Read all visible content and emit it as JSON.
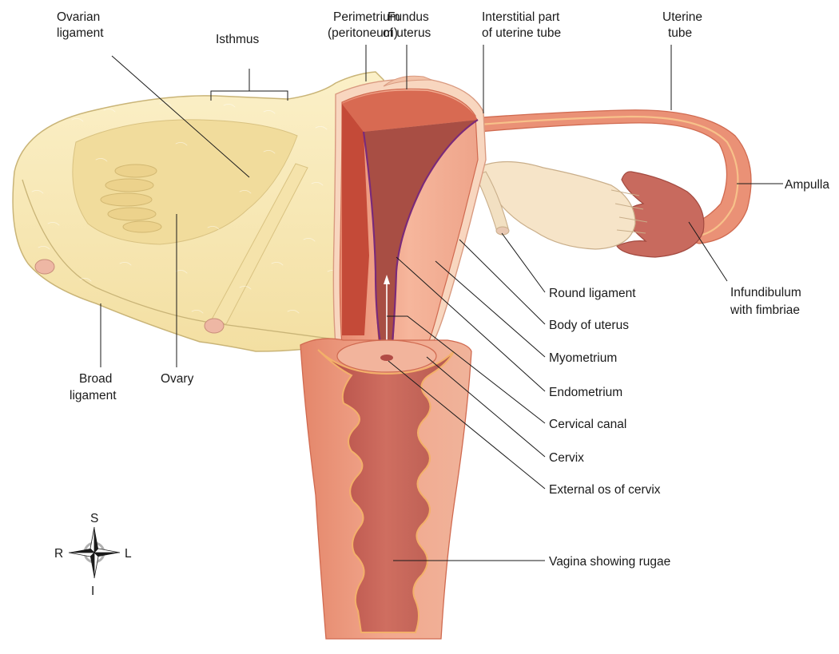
{
  "labels": {
    "ovarian_ligament": [
      "Ovarian",
      "ligament"
    ],
    "isthmus": "Isthmus",
    "perimetrium": [
      "Perimetrium",
      "(peritoneum)"
    ],
    "fundus": [
      "Fundus",
      "of uterus"
    ],
    "interstitial": [
      "Interstitial part",
      "of uterine tube"
    ],
    "uterine_tube": [
      "Uterine",
      "tube"
    ],
    "ampulla": "Ampulla",
    "infundibulum": [
      "Infundibulum",
      "with fimbriae"
    ],
    "round_ligament": "Round ligament",
    "body_of_uterus": "Body of uterus",
    "myometrium": "Myometrium",
    "endometrium": "Endometrium",
    "cervical_canal": "Cervical canal",
    "cervix": "Cervix",
    "external_os": "External os of cervix",
    "vagina": "Vagina showing rugae",
    "broad_ligament": [
      "Broad",
      "ligament"
    ],
    "ovary": "Ovary"
  },
  "compass": {
    "top": "S",
    "bottom": "I",
    "left": "R",
    "right": "L"
  },
  "colors": {
    "ligament_fill": "#f8e9b6",
    "ligament_edge": "#c9b477",
    "muscle": "#f0a98e",
    "muscle_dark": "#c8503a",
    "endometrium": "#a84e44",
    "lining_line": "#7a2a7a",
    "tube": "#e89078",
    "ovary": "#f6e4c8",
    "leader": "#1a1a1a"
  }
}
